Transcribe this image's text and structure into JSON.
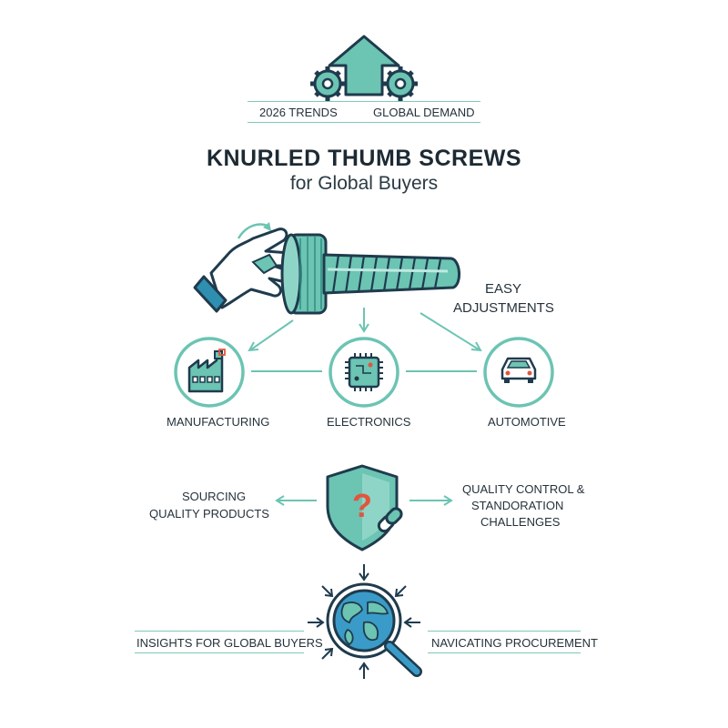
{
  "header": {
    "left_tag": "2026 TRENDS",
    "right_tag": "GLOBAL DEMAND"
  },
  "title": {
    "main": "KNURLED THUMB SCREWS",
    "sub": "for Global Buyers"
  },
  "feature": {
    "label_line1": "EASY",
    "label_line2": "ADJUSTMENTS"
  },
  "industries": [
    {
      "label": "MANUFACTURING",
      "icon": "factory-icon"
    },
    {
      "label": "ELECTRONICS",
      "icon": "chip-icon"
    },
    {
      "label": "AUTOMOTIVE",
      "icon": "car-icon"
    }
  ],
  "challenges": {
    "left_line1": "SOURCING",
    "left_line2": "QUALITY PRODUCTS",
    "right_line1": "QUALITY CONTROL &",
    "right_line2": "STANDORATION",
    "right_line3": "CHALLENGES",
    "icon": "shield-question-icon"
  },
  "footer": {
    "left_label": "INSIGHTS FOR GLOBAL BUYERS",
    "right_label": "NAVICATING PROCUREMENT",
    "icon": "globe-magnifier-icon"
  },
  "colors": {
    "teal": "#6cc4b3",
    "teal_dark": "#2f8f82",
    "navy": "#1f3b4d",
    "red": "#e2553d",
    "blue": "#3a9bc8"
  }
}
